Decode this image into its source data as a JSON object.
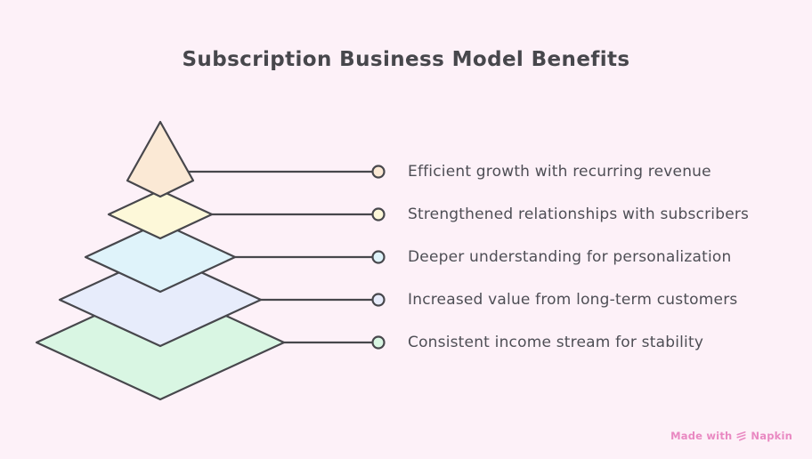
{
  "title": "Subscription Business Model Benefits",
  "chart_data": {
    "type": "pyramid",
    "title": "Subscription Business Model Benefits",
    "levels_top_to_bottom": [
      "Efficient growth with recurring revenue",
      "Strengthened relationships with subscribers",
      "Deeper understanding for personalization",
      "Increased value from long-term customers",
      "Consistent income stream for stability"
    ]
  },
  "pyramid": {
    "levels": [
      {
        "label": "Efficient growth with recurring revenue",
        "fill": "#fbe9d5"
      },
      {
        "label": "Strengthened relationships with subscribers",
        "fill": "#fdf8d9"
      },
      {
        "label": "Deeper understanding for personalization",
        "fill": "#dff3fa"
      },
      {
        "label": "Increased value from long-term customers",
        "fill": "#e7ecfb"
      },
      {
        "label": "Consistent income stream for stability",
        "fill": "#d9f6e3"
      }
    ]
  },
  "watermark": {
    "made_with": "Made with",
    "brand": "Napkin"
  },
  "colors": {
    "background": "#fdf1f8",
    "ink": "#47474c",
    "label_text": "#4e4e55",
    "watermark_pink": "#e989c2"
  }
}
